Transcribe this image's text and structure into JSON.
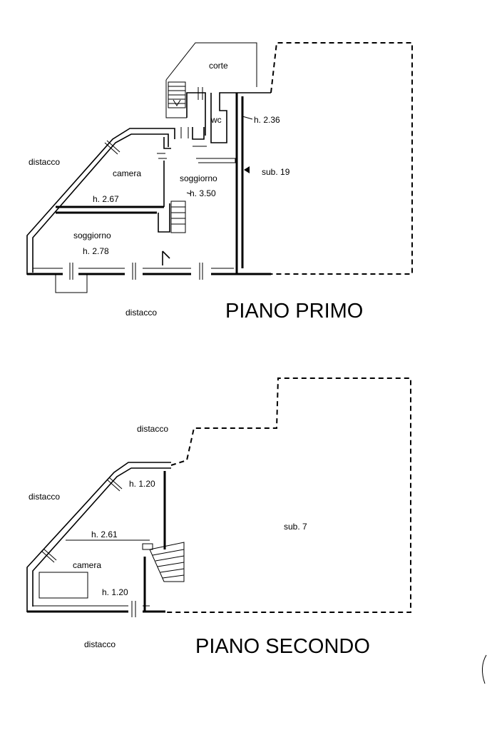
{
  "piano_primo": {
    "title": "PIANO PRIMO",
    "labels": {
      "corte": "corte",
      "wc": "wc",
      "h_wc": "h. 2.36",
      "distacco_left": "distacco",
      "camera": "camera",
      "soggiorno_right": "soggiorno",
      "h_soggiorno_right": "h. 3.50",
      "sub": "sub. 19",
      "h_camera": "h. 2.67",
      "soggiorno_left": "soggiorno",
      "h_soggiorno_left": "h. 2.78",
      "distacco_bottom": "distacco"
    }
  },
  "piano_secondo": {
    "title": "PIANO SECONDO",
    "labels": {
      "distacco_top": "distacco",
      "distacco_left": "distacco",
      "h_top": "h. 1.20",
      "h_mid": "h. 2.61",
      "camera": "camera",
      "h_bottom": "h. 1.20",
      "sub": "sub. 7",
      "distacco_bottom": "distacco"
    }
  }
}
